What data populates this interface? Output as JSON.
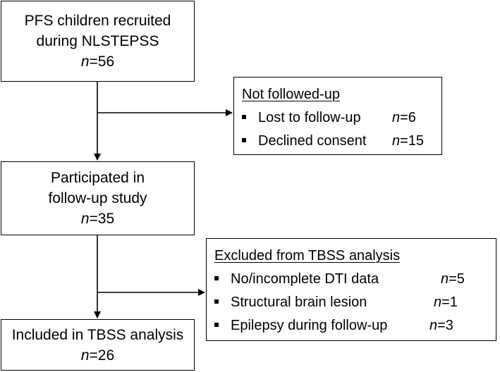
{
  "boxes": {
    "recruited": {
      "lines": [
        "PFS children recruited",
        "during NLSTEPSS"
      ],
      "n_symbol": "n",
      "n_value": "=56"
    },
    "participated": {
      "lines": [
        "Participated in",
        "follow-up study"
      ],
      "n_symbol": "n",
      "n_value": "=35"
    },
    "included": {
      "lines": [
        "Included in TBSS analysis"
      ],
      "n_symbol": "n",
      "n_value": "=26"
    }
  },
  "exclusions": {
    "not_followed": {
      "title": "Not followed-up",
      "items": [
        {
          "label": "Lost to follow-up",
          "n_symbol": "n",
          "n_value": "=6"
        },
        {
          "label": "Declined consent",
          "n_symbol": "n",
          "n_value": "=15"
        }
      ]
    },
    "excluded_tbss": {
      "title": "Excluded from TBSS analysis",
      "items": [
        {
          "label": "No/incomplete DTI data",
          "n_symbol": "n",
          "n_value": "=5"
        },
        {
          "label": "Structural brain lesion",
          "n_symbol": "n",
          "n_value": "=1"
        },
        {
          "label": "Epilepsy during follow-up",
          "n_symbol": "n",
          "n_value": "=3"
        }
      ]
    }
  },
  "colors": {
    "stroke": "#000000",
    "background": "#ffffff"
  }
}
